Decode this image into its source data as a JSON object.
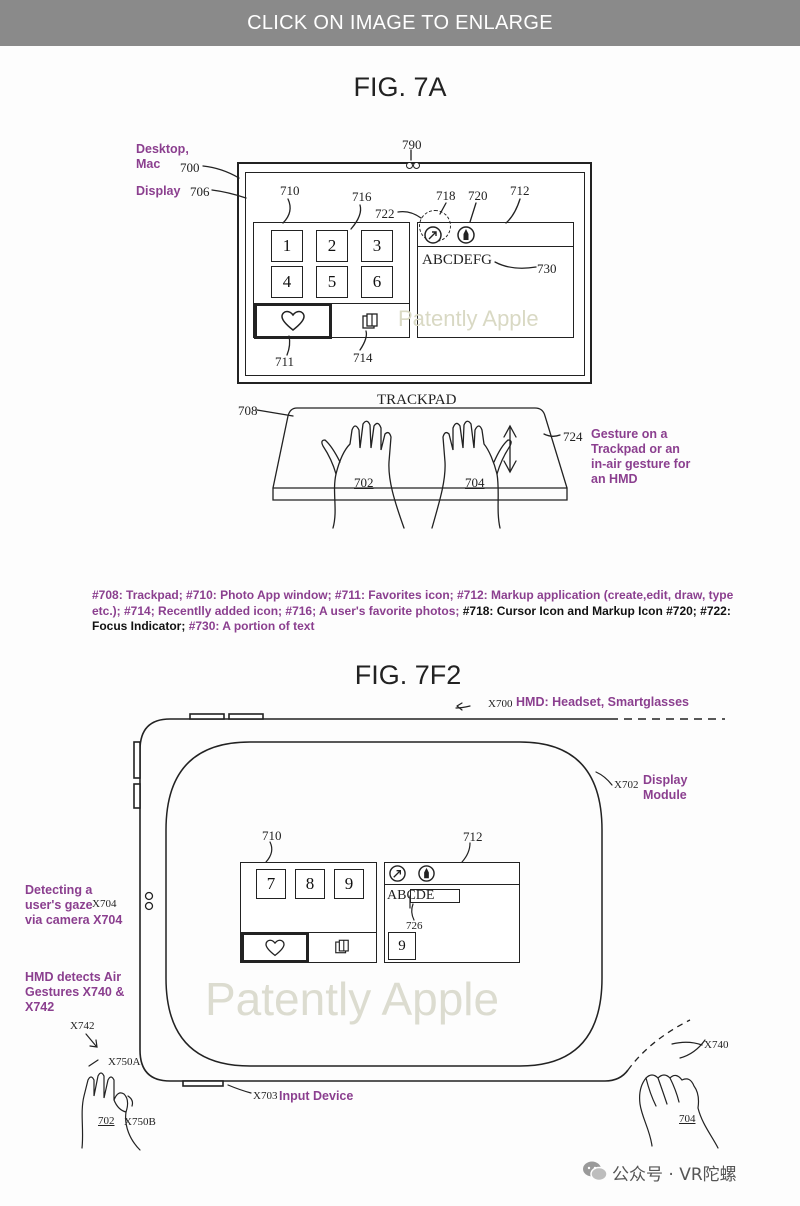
{
  "banner": {
    "text": "CLICK ON IMAGE TO ENLARGE"
  },
  "fig7a": {
    "title": "FIG. 7A",
    "desktop_label": "Desktop,\nMac",
    "display_label": "Display",
    "refs": {
      "r790": "790",
      "r700": "700",
      "r706": "706",
      "r710": "710",
      "r716": "716",
      "r718": "718",
      "r720": "720",
      "r722": "722",
      "r712": "712",
      "r730": "730",
      "r711": "711",
      "r714": "714",
      "r708": "708",
      "r724": "724",
      "r702": "702",
      "r704": "704"
    },
    "tiles": [
      "1",
      "2",
      "3",
      "4",
      "5",
      "6"
    ],
    "text_sample": "ABCDEFG",
    "trackpad_label": "TRACKPAD",
    "gesture_label": "Gesture on a\nTrackpad or an\nin-air gesture for\nan HMD",
    "watermark": "Patently Apple"
  },
  "caption": {
    "part1": "#708: Trackpad; #710: Photo App window; #711: Favorites icon; #712: Markup application (create,edit, draw, type etc.); #714; Recentlly added icon; #716; A user's favorite photos; ",
    "part2": "#718: Cursor Icon and Markup Icon #720; #722: Focus Indicator; ",
    "part3": "#730: A portion of text"
  },
  "fig7f2": {
    "title": "FIG. 7F2",
    "hmd_ref": "X700",
    "hmd_label": "HMD: Headset, Smartglasses",
    "display_ref": "X702",
    "display_label": "Display\nModule",
    "camera_ref": "X704",
    "gaze_label": "Detecting a\nuser's gaze\nvia camera X704",
    "air_label": "HMD detects Air\nGestures X740 &\nX742",
    "r710": "710",
    "r712": "712",
    "tiles": [
      "7",
      "8",
      "9"
    ],
    "text_sample": "ABCDE",
    "r726": "726",
    "tile9": "9",
    "watermark": "Patently Apple",
    "x742": "X742",
    "x750a": "X750A",
    "x750b": "X750B",
    "r702": "702",
    "x703": "X703",
    "input_label": "Input Device",
    "x740": "X740",
    "r704": "704"
  },
  "footer": {
    "wechat": "公众号 · VR陀螺"
  }
}
